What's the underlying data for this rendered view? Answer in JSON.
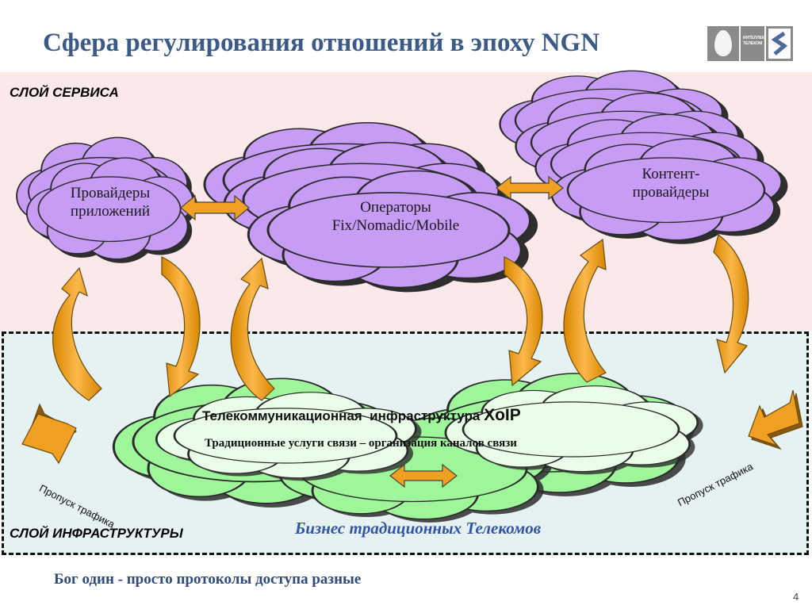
{
  "header": {
    "title": "Сфера регулирования отношений в эпоху NGN"
  },
  "logo": {
    "text": "ИНТЕЛЛЕКТ ТЕЛЕКОМ"
  },
  "layers": {
    "service": "СЛОЙ СЕРВИСА",
    "infrastructure": "СЛОЙ ИНФРАСТРУКТУРЫ"
  },
  "clouds": {
    "providers_line1": "Провайдеры",
    "providers_line2": "приложений",
    "operators_line1": "Операторы",
    "operators_line2": "Fix/Nomadic/Mobile",
    "content_line1": "Контент-",
    "content_line2": "провайдеры"
  },
  "infra": {
    "title_main": "Телекоммуникационная  инфраструктура ",
    "title_xoip": "XoIP",
    "subtitle": "Традиционные услуги  связи – организация каналов связи"
  },
  "traffic": {
    "left": "Пропуск трафика",
    "right": "Пропуск трафика"
  },
  "business": "Бизнес традиционных Телекомов",
  "footer": "Бог один - просто протоколы доступа разные",
  "page_number": "4",
  "colors": {
    "title": "#3b5a86",
    "cloud_purple": "#c79cf5",
    "cloud_green": "#9ff59a",
    "cloud_light": "#e9fde9",
    "arrow_orange": "#f0a020",
    "business": "#2f55a4"
  }
}
